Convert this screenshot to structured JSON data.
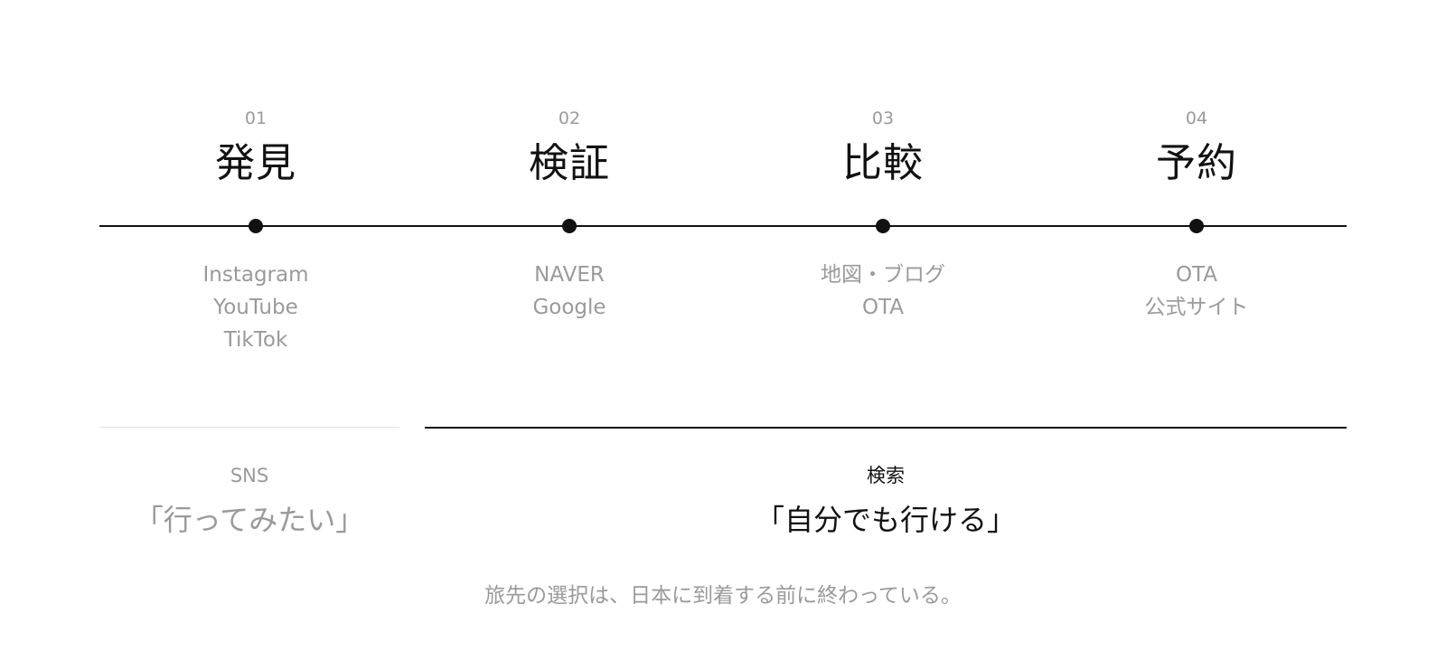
{
  "steps": [
    {
      "number": "01",
      "title": "発見",
      "sources": [
        "Instagram",
        "YouTube",
        "TikTok"
      ]
    },
    {
      "number": "02",
      "title": "検証",
      "sources": [
        "NAVER",
        "Google"
      ]
    },
    {
      "number": "03",
      "title": "比較",
      "sources": [
        "地図・ブログ",
        "OTA"
      ]
    },
    {
      "number": "04",
      "title": "予約",
      "sources": [
        "OTA",
        "公式サイト"
      ]
    }
  ],
  "groups": {
    "sns": {
      "label": "SNS",
      "quote": "「行ってみたい」"
    },
    "search": {
      "label": "検索",
      "quote": "「自分でも行ける」"
    }
  },
  "footer": "旅先の選択は、日本に到着する前に終わっている。",
  "colors": {
    "ink": "#111111",
    "muted": "#9a9a9a",
    "faint_rule": "#e2e2e2",
    "background": "#ffffff"
  }
}
